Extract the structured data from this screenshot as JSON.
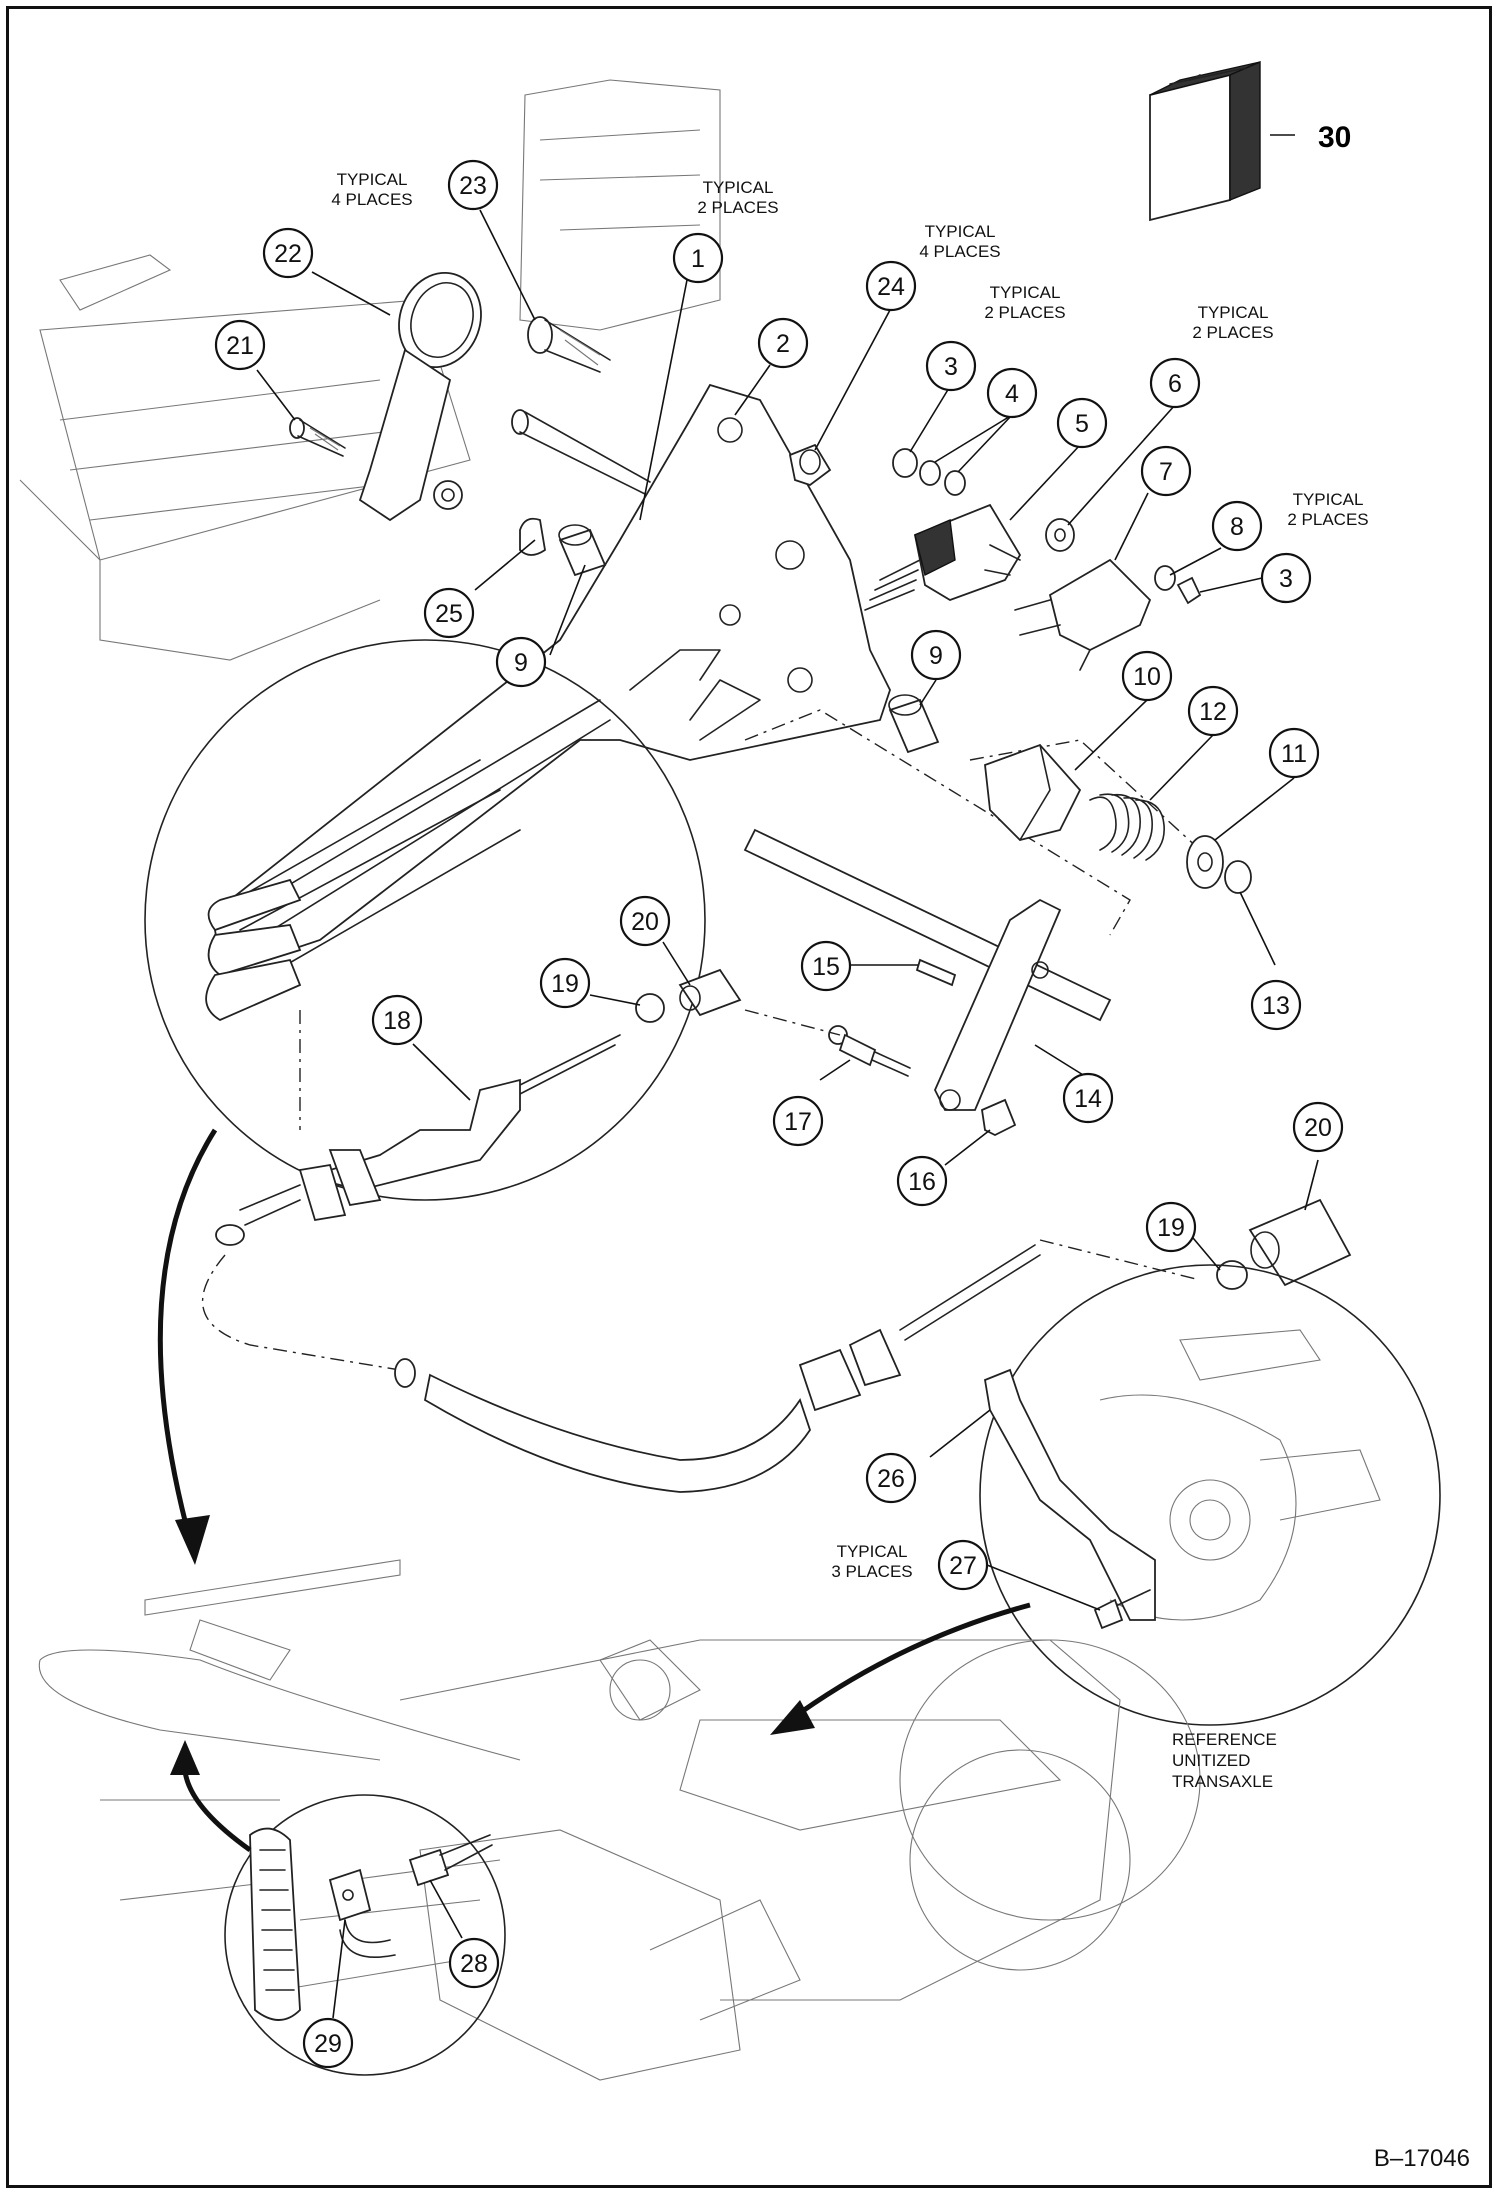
{
  "figure_id": "B–17046",
  "item_30_label": "30",
  "notes": {
    "typ_4_22_line1": "TYPICAL",
    "typ_4_22_line2": "4 PLACES",
    "typ_2_1_line1": "TYPICAL",
    "typ_2_1_line2": "2 PLACES",
    "typ_4_24_line1": "TYPICAL",
    "typ_4_24_line2": "4 PLACES",
    "typ_2_4_line1": "TYPICAL",
    "typ_2_4_line2": "2 PLACES",
    "typ_2_6_line1": "TYPICAL",
    "typ_2_6_line2": "2 PLACES",
    "typ_2_8_line1": "TYPICAL",
    "typ_2_8_line2": "2 PLACES",
    "typ_3_27_line1": "TYPICAL",
    "typ_3_27_line2": "3 PLACES",
    "ref_line1": "REFERENCE",
    "ref_line2": "UNITIZED",
    "ref_line3": "TRANSAXLE"
  },
  "callouts": [
    {
      "num": "1"
    },
    {
      "num": "2"
    },
    {
      "num": "3"
    },
    {
      "num": "3"
    },
    {
      "num": "4"
    },
    {
      "num": "5"
    },
    {
      "num": "6"
    },
    {
      "num": "7"
    },
    {
      "num": "8"
    },
    {
      "num": "9"
    },
    {
      "num": "9"
    },
    {
      "num": "10"
    },
    {
      "num": "11"
    },
    {
      "num": "12"
    },
    {
      "num": "13"
    },
    {
      "num": "14"
    },
    {
      "num": "15"
    },
    {
      "num": "16"
    },
    {
      "num": "17"
    },
    {
      "num": "18"
    },
    {
      "num": "19"
    },
    {
      "num": "19"
    },
    {
      "num": "20"
    },
    {
      "num": "20"
    },
    {
      "num": "21"
    },
    {
      "num": "22"
    },
    {
      "num": "23"
    },
    {
      "num": "24"
    },
    {
      "num": "25"
    },
    {
      "num": "26"
    },
    {
      "num": "27"
    },
    {
      "num": "28"
    },
    {
      "num": "29"
    }
  ]
}
